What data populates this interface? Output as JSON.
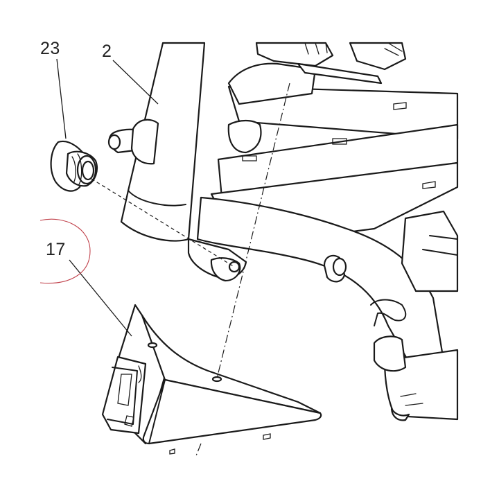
{
  "callouts": {
    "part_23": "23",
    "part_2": "2",
    "part_17": "17"
  },
  "colors": {
    "ink": "#1a1a1a",
    "markup_circle": "#c0404a",
    "background": "#ffffff"
  }
}
